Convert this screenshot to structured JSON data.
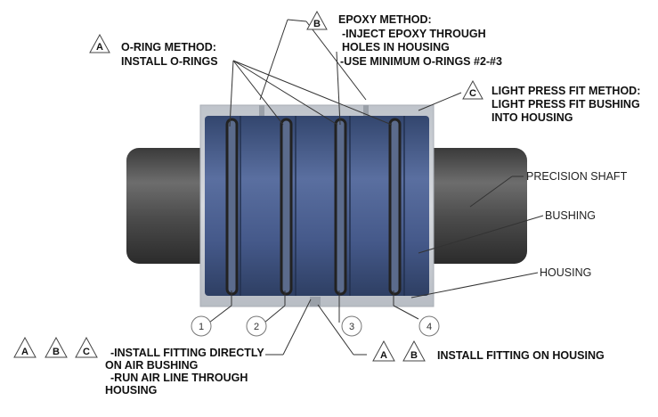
{
  "oring_method": {
    "badge": "A",
    "title": "O-RING METHOD:",
    "line1": "INSTALL O-RINGS"
  },
  "epoxy_method": {
    "badge": "B",
    "title": "EPOXY METHOD:",
    "line1": "-INJECT EPOXY THROUGH",
    "line2": "HOLES IN HOUSING",
    "line3": "-USE MINIMUM O-RINGS #2-#3"
  },
  "press_fit_method": {
    "badge": "C",
    "title": "LIGHT PRESS FIT METHOD:",
    "line1": "LIGHT PRESS FIT BUSHING",
    "line2": "INTO HOUSING"
  },
  "part_labels": {
    "shaft": "PRECISION SHAFT",
    "bushing": "BUSHING",
    "housing": "HOUSING"
  },
  "groove_numbers": [
    "1",
    "2",
    "3",
    "4"
  ],
  "fitting_on_bushing": {
    "badges": [
      "A",
      "B",
      "C"
    ],
    "line1": "-INSTALL FITTING DIRECTLY",
    "line2": "ON AIR BUSHING",
    "line3": "-RUN AIR LINE THROUGH",
    "line4": "HOUSING"
  },
  "fitting_on_housing": {
    "badges": [
      "A",
      "B"
    ],
    "line1": "INSTALL FITTING ON HOUSING"
  },
  "colors": {
    "bushing": "#4a5f8e",
    "shaft": "#555555",
    "housing": "#c8ccd2",
    "oring": "#2a2a2a"
  }
}
